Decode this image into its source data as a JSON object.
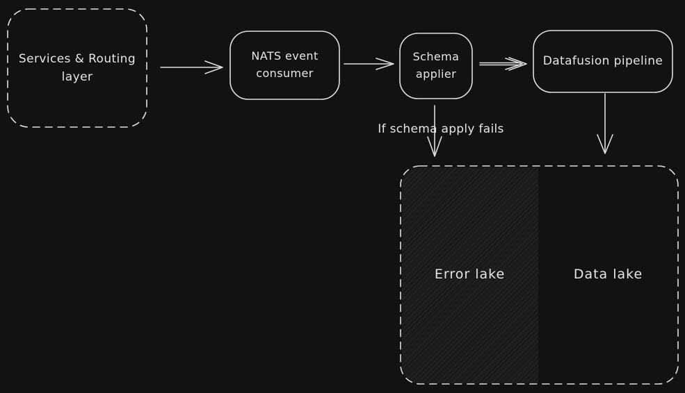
{
  "canvas": {
    "background_color": "#121212",
    "stroke_color": "#e0e0e0",
    "text_color": "#e6e6e6"
  },
  "nodes": {
    "services": {
      "label": "Services & Routing layer",
      "border_style": "dashed"
    },
    "nats": {
      "label": "NATS event consumer",
      "border_style": "solid"
    },
    "schema": {
      "label": "Schema applier",
      "border_style": "solid"
    },
    "datafusion": {
      "label": "Datafusion pipeline",
      "border_style": "solid"
    },
    "lake_container": {
      "border_style": "dashed"
    },
    "error_lake": {
      "label": "Error lake",
      "fill": "diagonal-hatch"
    },
    "data_lake": {
      "label": "Data lake",
      "fill": "none"
    }
  },
  "annotations": {
    "schema_fail": {
      "label": "If schema apply fails"
    }
  },
  "edges": [
    {
      "from": "services",
      "to": "nats"
    },
    {
      "from": "nats",
      "to": "schema"
    },
    {
      "from": "schema",
      "to": "datafusion"
    },
    {
      "from": "schema",
      "to": "error_lake",
      "label": "If schema apply fails"
    },
    {
      "from": "datafusion",
      "to": "data_lake"
    }
  ]
}
